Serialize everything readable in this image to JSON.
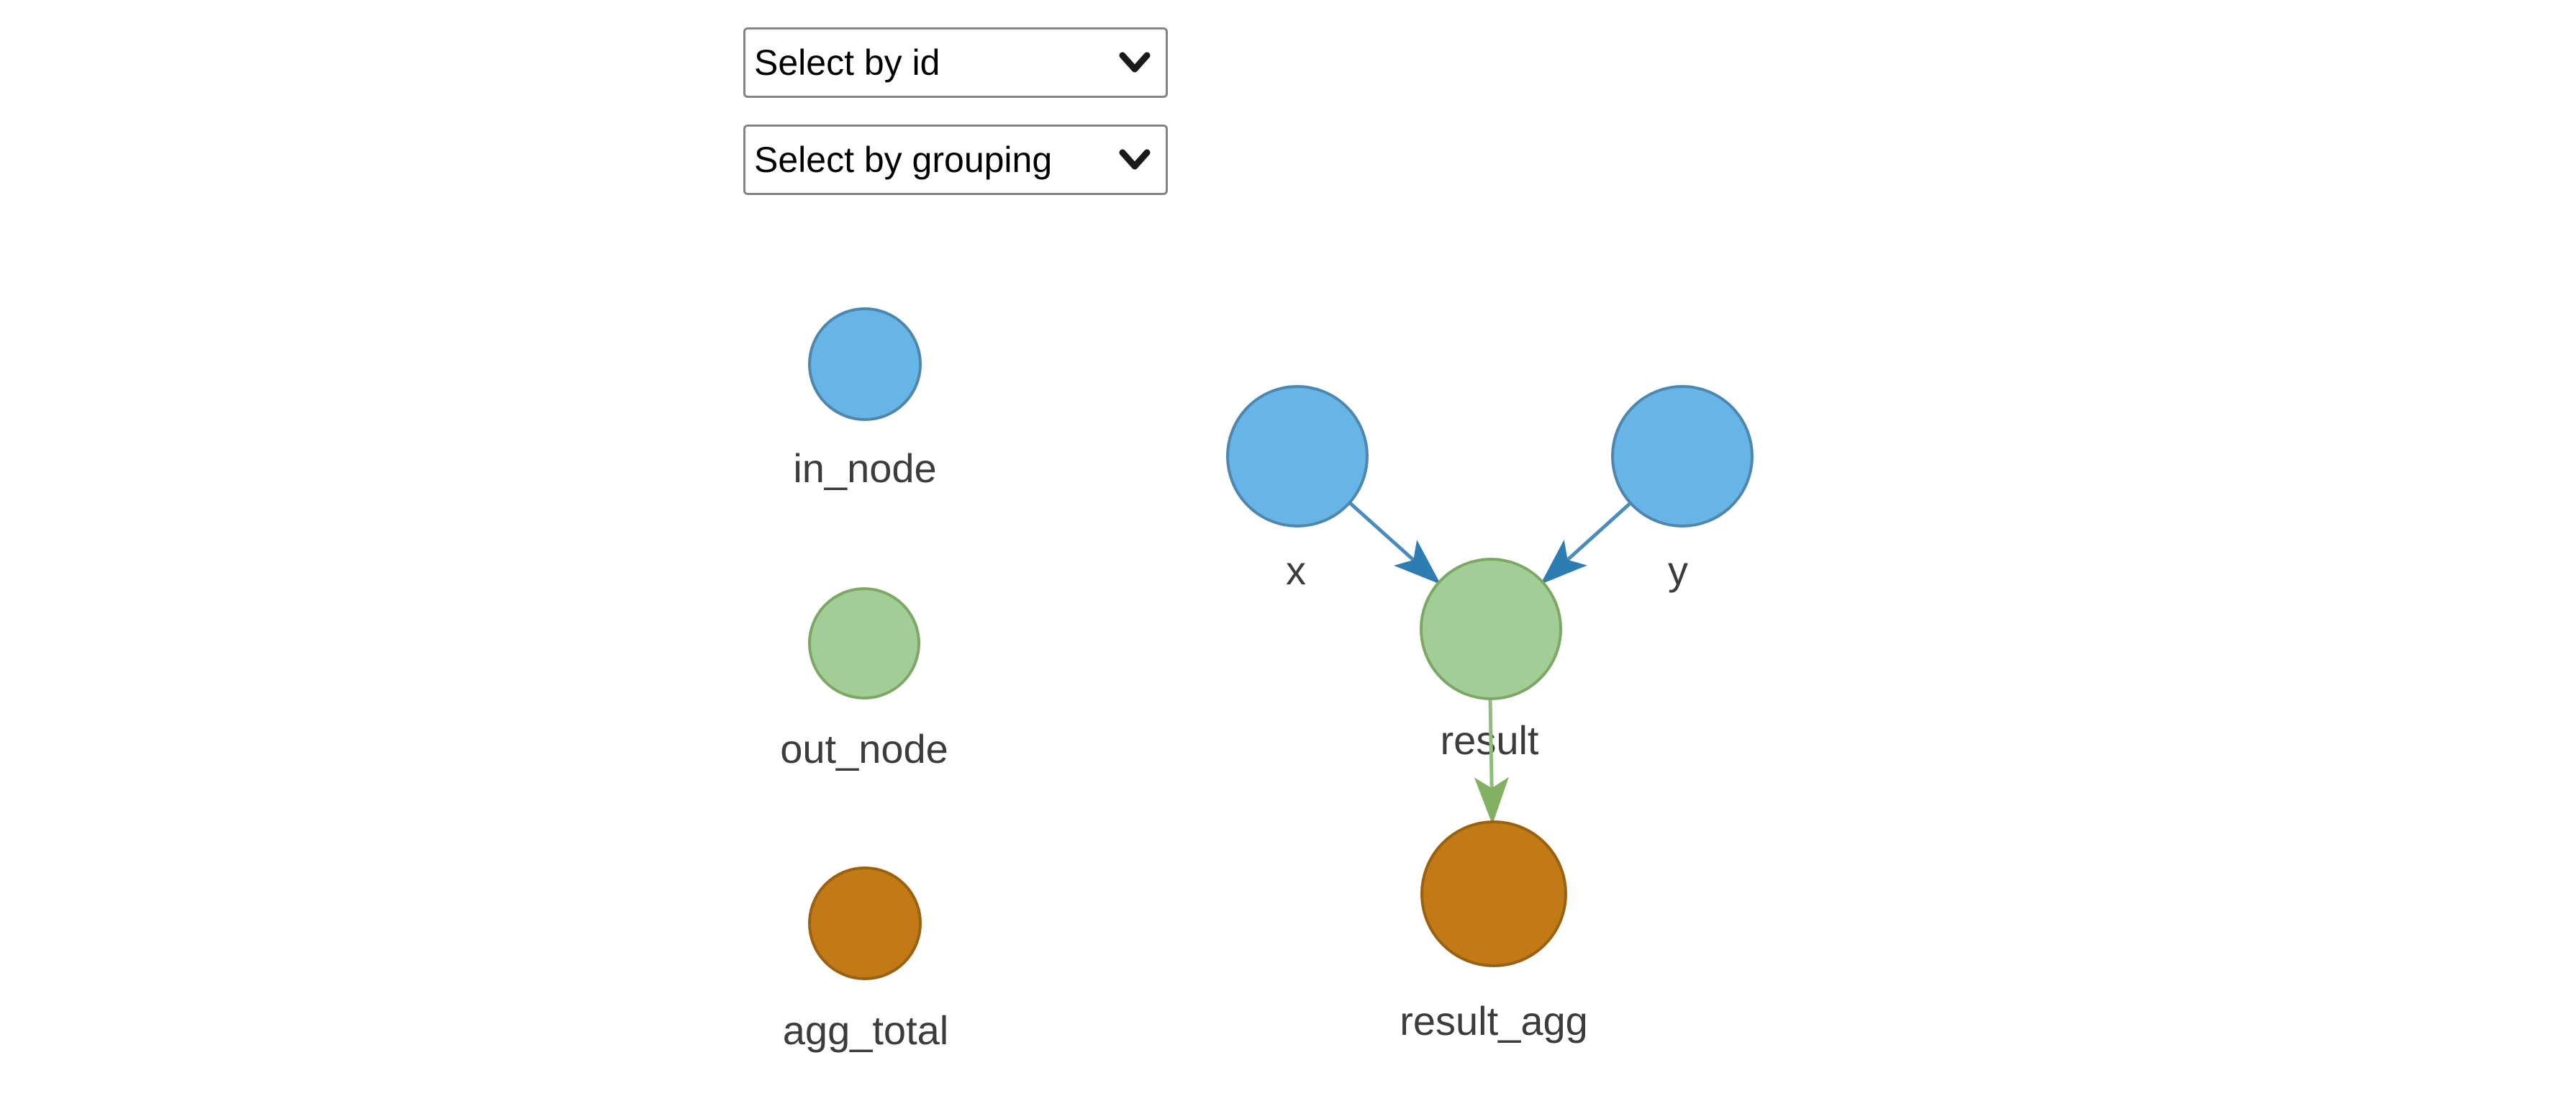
{
  "controls": {
    "select_by_id_label": "Select by id",
    "select_by_grouping_label": "Select by grouping",
    "caret_icon": "chevron-down"
  },
  "legend": {
    "items": [
      {
        "label": "in_node",
        "color": "#66b5e6",
        "border_color": "#4d87ad"
      },
      {
        "label": "out_node",
        "color": "#a0ce96",
        "border_color": "#7ea765"
      },
      {
        "label": "agg_total",
        "color": "#c27a16",
        "border_color": "#9a6210"
      }
    ]
  },
  "graph": {
    "nodes": [
      {
        "label": "x",
        "group": "in_node",
        "color": "#66b5e6"
      },
      {
        "label": "y",
        "group": "in_node",
        "color": "#66b5e6"
      },
      {
        "label": "result",
        "group": "out_node",
        "color": "#a0ce96"
      },
      {
        "label": "result_agg",
        "group": "agg_total",
        "color": "#c27a16"
      }
    ],
    "edges": [
      {
        "from": "x",
        "to": "result",
        "color": "#2d7db2"
      },
      {
        "from": "y",
        "to": "result",
        "color": "#2d7db2"
      },
      {
        "from": "result",
        "to": "result_agg",
        "color": "#82b163"
      }
    ],
    "label_color": "#3c3c3c"
  }
}
